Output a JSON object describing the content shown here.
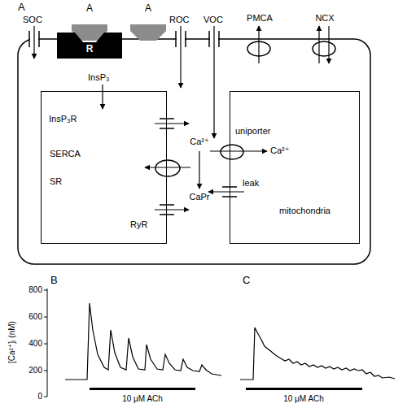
{
  "diagram": {
    "nodes": [
      {
        "text": [
          "A"
        ]
      },
      {
        "text": [
          "R"
        ]
      },
      {
        "text": [
          "A"
        ]
      },
      {
        "text": [
          "PMCA"
        ]
      },
      {
        "text": [
          "NCX"
        ]
      },
      {
        "text": [
          "SR"
        ]
      },
      {
        "text": [
          "SERCA"
        ],
        "in": 5
      },
      {
        "text": [
          "mitochondria"
        ]
      },
      {
        "text": [
          "uniporter"
        ],
        "in": 7
      }
    ],
    "labels": [
      "A",
      "SOC",
      "ROC",
      "VOC",
      "InsP₃",
      "InsP₃R",
      "Ca²⁺",
      "CaPr",
      "RyR",
      "Ca²⁺",
      "leak",
      "B",
      "C",
      "800",
      "600",
      "400",
      "200",
      "0",
      "[Ca²⁺]ᵢ (nM)",
      "10 μM ACh",
      "10 μM ACh"
    ]
  }
}
